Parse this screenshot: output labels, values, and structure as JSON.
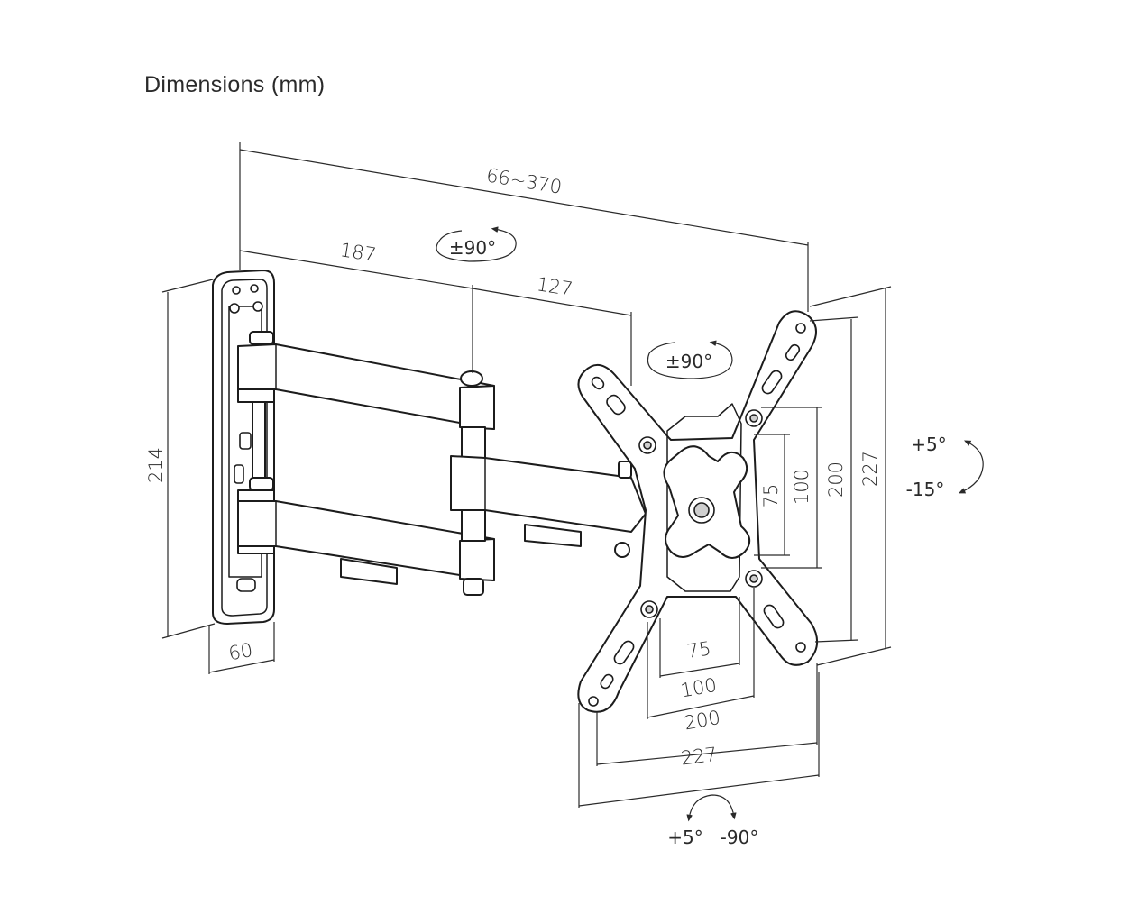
{
  "title": "Dimensions (mm)",
  "dimensions": {
    "total_reach": "66~370",
    "arm_one": "187",
    "arm_two": "127",
    "plate_height": "214",
    "plate_width": "60",
    "vesa_v_75": "75",
    "vesa_v_100": "100",
    "vesa_v_200": "200",
    "vesa_v_227": "227",
    "vesa_h_75": "75",
    "vesa_h_100": "100",
    "vesa_h_200": "200",
    "vesa_h_227": "227"
  },
  "angles": {
    "swivel_arm": "±90°",
    "swivel_head": "±90°",
    "tilt_up": "+5°",
    "tilt_down": "-15°",
    "rotate_left": "+5°",
    "rotate_right": "-90°"
  }
}
